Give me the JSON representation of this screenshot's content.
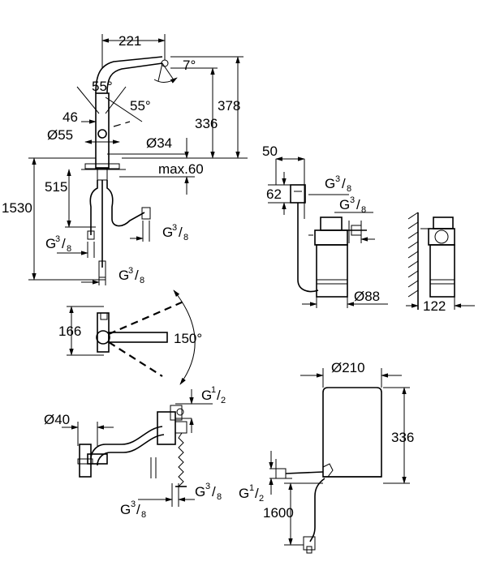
{
  "faucet_side": {
    "width": "221",
    "angle_spout": "7°",
    "angle_top": "55°",
    "angle_lever": "55°",
    "height_total": "378",
    "height_body": "336",
    "lever_offset": "46",
    "base_diameter": "Ø55",
    "hole_diameter": "Ø34",
    "deck_max": "max.60",
    "hose_length": "1530",
    "hose_short": "515",
    "connection_a": {
      "base": "G",
      "num": "3",
      "den": "8"
    },
    "connection_b": {
      "base": "G",
      "num": "3",
      "den": "8"
    },
    "connection_c": {
      "base": "G",
      "num": "3",
      "den": "8"
    }
  },
  "filter_unit": {
    "width": "50",
    "height": "62",
    "connection_top": {
      "base": "G",
      "num": "3",
      "den": "8"
    },
    "connection_mid": {
      "base": "G",
      "num": "3",
      "den": "8"
    },
    "diameter": "Ø88",
    "wall_distance": "122"
  },
  "faucet_top": {
    "depth": "166",
    "swivel_angle": "150°"
  },
  "valve_detail": {
    "trap_diameter": "Ø40",
    "connection_top": {
      "base": "G",
      "num": "1",
      "den": "2"
    },
    "connection_left": {
      "base": "G",
      "num": "3",
      "den": "8"
    },
    "connection_right": {
      "base": "G",
      "num": "3",
      "den": "8"
    }
  },
  "boiler": {
    "diameter": "Ø210",
    "height": "336",
    "connection": {
      "base": "G",
      "num": "1",
      "den": "2"
    },
    "cable_length": "1600"
  }
}
